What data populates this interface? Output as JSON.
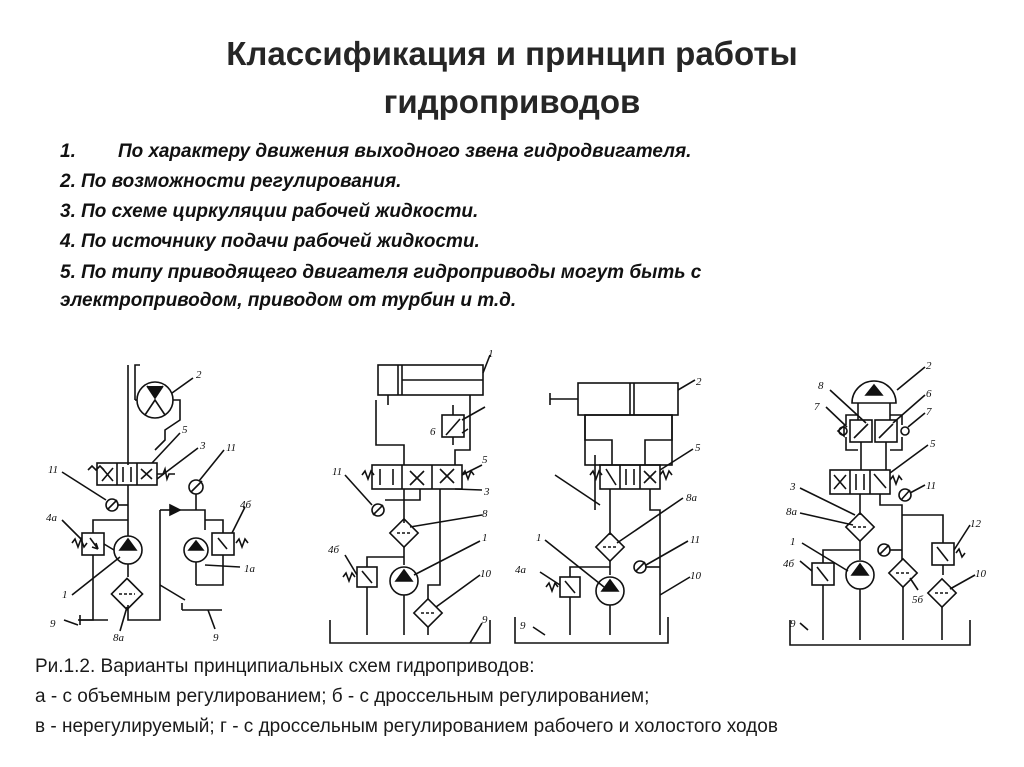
{
  "slide": {
    "title_line1": "Классификация и принцип работы",
    "title_line2": "гидроприводов"
  },
  "list": {
    "item1_num": "1.",
    "item1_text": "По характеру движения выходного звена гидродвигателя.",
    "item2": "2. По возможности регулирования.",
    "item3": "3. По схеме циркуляции рабочей жидкости.",
    "item4": "4. По источнику подачи рабочей жидкости.",
    "item5_line1": "5. По типу приводящего двигателя гидроприводы могут быть с",
    "item5_line2": "электроприводом, приводом от турбин и т.д."
  },
  "diagram_labels": {
    "a": {
      "l2": "2",
      "l5": "5",
      "l3": "3",
      "l11a": "11",
      "l11b": "11",
      "l4a": "4а",
      "l4b": "4б",
      "l1": "1",
      "l1a": "1а",
      "l8a": "8а",
      "l9a": "9",
      "l9b": "9"
    },
    "b": {
      "l1": "1",
      "l6": "6",
      "l5": "5",
      "l11": "11",
      "l3": "3",
      "l8": "8",
      "l4b": "4б",
      "l1b": "1",
      "l10": "10",
      "l9": "9"
    },
    "c": {
      "l2": "2",
      "l5": "5",
      "l8a": "8а",
      "l1": "1",
      "l4a": "4а",
      "l11": "11",
      "l10": "10",
      "l9": "9"
    },
    "d": {
      "l2": "2",
      "l8": "8",
      "l6": "6",
      "l7a": "7",
      "l7b": "7",
      "l5": "5",
      "l3": "3",
      "l11": "11",
      "l8a": "8а",
      "l1": "1",
      "l4b": "4б",
      "l12": "12",
      "l5b": "5б",
      "l10": "10",
      "l9": "9"
    }
  },
  "caption": {
    "line1": "Ри.1.2. Варианты принципиальных схем гидроприводов:",
    "line2": "а - с объемным регулированием; б - с дроссельным регулированием;",
    "line3": "в - нерегулируемый; г - с дроссельным регулированием рабочего и холостого ходов"
  }
}
